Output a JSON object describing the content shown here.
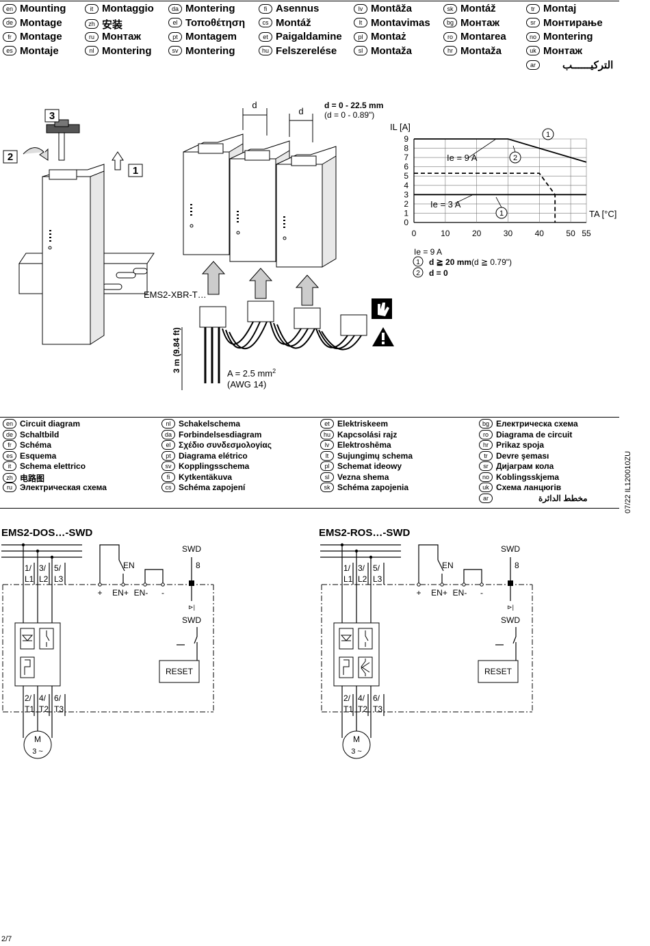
{
  "mounting": {
    "col1": [
      {
        "code": "en",
        "text": "Mounting"
      },
      {
        "code": "de",
        "text": "Montage"
      },
      {
        "code": "fr",
        "text": "Montage"
      },
      {
        "code": "es",
        "text": "Montaje"
      }
    ],
    "col2": [
      {
        "code": "it",
        "text": "Montaggio"
      },
      {
        "code": "zh",
        "text": "安装"
      },
      {
        "code": "ru",
        "text": "Монтаж"
      },
      {
        "code": "nl",
        "text": "Montering"
      }
    ],
    "col3": [
      {
        "code": "da",
        "text": "Montering"
      },
      {
        "code": "el",
        "text": "Τοποθέτηση"
      },
      {
        "code": "pt",
        "text": "Montagem"
      },
      {
        "code": "sv",
        "text": "Montering"
      }
    ],
    "col4": [
      {
        "code": "fi",
        "text": "Asennus"
      },
      {
        "code": "cs",
        "text": "Montáž"
      },
      {
        "code": "et",
        "text": "Paigaldamine"
      },
      {
        "code": "hu",
        "text": "Felszerelése"
      }
    ],
    "col5": [
      {
        "code": "lv",
        "text": "Montāža"
      },
      {
        "code": "lt",
        "text": "Montavimas"
      },
      {
        "code": "pl",
        "text": "Montaż"
      },
      {
        "code": "sl",
        "text": "Montaža"
      }
    ],
    "col6": [
      {
        "code": "sk",
        "text": "Montáž"
      },
      {
        "code": "bg",
        "text": "Монтаж"
      },
      {
        "code": "ro",
        "text": "Montarea"
      },
      {
        "code": "hr",
        "text": "Montaža"
      }
    ],
    "col7": [
      {
        "code": "tr",
        "text": "Montaj"
      },
      {
        "code": "sr",
        "text": "Монтирање"
      },
      {
        "code": "no",
        "text": "Montering"
      },
      {
        "code": "uk",
        "text": "Монтаж"
      },
      {
        "code": "ar",
        "text": "التركيــــــب"
      }
    ]
  },
  "mounting_fig": {
    "step3": "3",
    "step2": "2",
    "step1": "1",
    "d_label": "d",
    "d_range": "d = 0 - 22.5 mm",
    "d_range_in": "(d = 0 - 0.89\")",
    "connector_label": "EMS2-XBR-T…",
    "cable_length": "3 m (9.84 ft)",
    "cross_section": "A = 2.5 mm",
    "cross_sup": "2",
    "awg": "(AWG 14)"
  },
  "chart_data": {
    "type": "line",
    "xlabel": "TA [°C]",
    "ylabel": "IL [A]",
    "x_ticks": [
      0,
      10,
      20,
      30,
      40,
      50,
      55
    ],
    "y_ticks": [
      0,
      1,
      2,
      3,
      4,
      5,
      6,
      7,
      8,
      9
    ],
    "xlim": [
      0,
      55
    ],
    "ylim": [
      0,
      9
    ],
    "series": [
      {
        "name": "Ie = 9 A, d ≥ 20 mm",
        "x": [
          0,
          30,
          55
        ],
        "y": [
          9,
          9,
          6.5
        ],
        "style": "solid"
      },
      {
        "name": "Ie = 9 A, d = 0",
        "x": [
          0,
          40,
          45,
          45
        ],
        "y": [
          5.3,
          5.3,
          3,
          0
        ],
        "style": "dashed"
      },
      {
        "name": "Ie = 3 A",
        "x": [
          0,
          55
        ],
        "y": [
          3,
          3
        ],
        "style": "solid"
      }
    ],
    "annotations": {
      "ie9": "Ie = 9 A",
      "ie3": "Ie = 3 A",
      "marker1": "1",
      "marker2": "2"
    },
    "legend": {
      "title": "Ie = 9 A",
      "item1_marker": "1",
      "item1_text": "d ≧ 20 mm",
      "item1_extra": "(d ≧ 0.79\")",
      "item2_marker": "2",
      "item2_text": "d = 0"
    }
  },
  "circuit": {
    "col1": [
      {
        "code": "en",
        "text": "Circuit diagram"
      },
      {
        "code": "de",
        "text": "Schaltbild"
      },
      {
        "code": "fr",
        "text": "Schéma"
      },
      {
        "code": "es",
        "text": "Esquema"
      },
      {
        "code": "it",
        "text": "Schema elettrico"
      },
      {
        "code": "zh",
        "text": "电路图"
      },
      {
        "code": "ru",
        "text": "Электрическая схема"
      }
    ],
    "col2": [
      {
        "code": "nl",
        "text": "Schakelschema"
      },
      {
        "code": "da",
        "text": "Forbindelsesdiagram"
      },
      {
        "code": "el",
        "text": "Σχέδιο συνδεσμολογίας"
      },
      {
        "code": "pt",
        "text": "Diagrama elétrico"
      },
      {
        "code": "sv",
        "text": "Kopplingsschema"
      },
      {
        "code": "fi",
        "text": "Kytkentäkuva"
      },
      {
        "code": "cs",
        "text": "Schéma zapojení"
      }
    ],
    "col3": [
      {
        "code": "et",
        "text": "Elektriskeem"
      },
      {
        "code": "hu",
        "text": "Kapcsolási rajz"
      },
      {
        "code": "lv",
        "text": "Elektroshēma"
      },
      {
        "code": "lt",
        "text": "Sujungimų schema"
      },
      {
        "code": "pl",
        "text": "Schemat ideowy"
      },
      {
        "code": "sl",
        "text": "Vezna shema"
      },
      {
        "code": "sk",
        "text": "Schéma zapojenia"
      }
    ],
    "col4": [
      {
        "code": "bg",
        "text": "Електрическа схема"
      },
      {
        "code": "ro",
        "text": "Diagrama de circuit"
      },
      {
        "code": "hr",
        "text": "Prikaz spoja"
      },
      {
        "code": "tr",
        "text": "Devre şeması"
      },
      {
        "code": "sr",
        "text": "Дијаграм кола"
      },
      {
        "code": "no",
        "text": "Koblingsskjema"
      },
      {
        "code": "uk",
        "text": "Схема ланцюгів"
      },
      {
        "code": "ar",
        "text": "مخطط الدائرة"
      }
    ]
  },
  "doc_code": "07/22 IL120010ZU",
  "diagrams": [
    {
      "title": "EMS2-DOS…-SWD",
      "swd": "SWD",
      "swd_pin": "8",
      "en": "EN",
      "plus": "+",
      "en_plus": "EN+",
      "en_minus": "EN-",
      "minus": "-",
      "swd2": "SWD",
      "reset": "RESET",
      "motor": "M",
      "motor_phase": "3 ~",
      "terms_top": [
        {
          "n": "1/",
          "l": "L1"
        },
        {
          "n": "3/",
          "l": "L2"
        },
        {
          "n": "5/",
          "l": "L3"
        }
      ],
      "terms_bottom": [
        {
          "n": "2/",
          "l": "T1"
        },
        {
          "n": "4/",
          "l": "T2"
        },
        {
          "n": "6/",
          "l": "T3"
        }
      ]
    },
    {
      "title": "EMS2-ROS…-SWD",
      "swd": "SWD",
      "swd_pin": "8",
      "en": "EN",
      "plus": "+",
      "en_plus": "EN+",
      "en_minus": "EN-",
      "minus": "-",
      "swd2": "SWD",
      "reset": "RESET",
      "motor": "M",
      "motor_phase": "3 ~",
      "terms_top": [
        {
          "n": "1/",
          "l": "L1"
        },
        {
          "n": "3/",
          "l": "L2"
        },
        {
          "n": "5/",
          "l": "L3"
        }
      ],
      "terms_bottom": [
        {
          "n": "2/",
          "l": "T1"
        },
        {
          "n": "4/",
          "l": "T2"
        },
        {
          "n": "6/",
          "l": "T3"
        }
      ]
    }
  ],
  "page_number": "2/7"
}
